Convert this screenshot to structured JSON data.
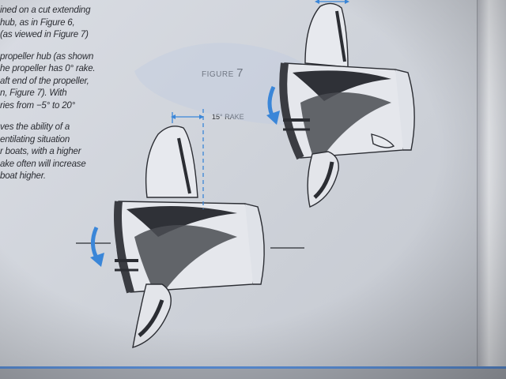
{
  "text": {
    "lines_para1": [
      "ined on a cut extending",
      "hub, as in Figure 6,",
      "(as viewed in Figure 7)"
    ],
    "lines_para2": [
      "propeller hub (as shown",
      "he propeller has 0° rake.",
      "aft end of the propeller,",
      "n, Figure 7). With",
      "ries from −5° to 20°"
    ],
    "lines_para3": [
      "ves the ability of a",
      "entilating situation",
      "r boats, with a higher",
      "ake often will increase",
      "boat higher."
    ]
  },
  "figure": {
    "label_word": "FIGURE",
    "label_number": "7",
    "rake_label": "15° RAKE"
  },
  "colors": {
    "paper": "#d4d8df",
    "ink": "#2b2d33",
    "arrow_blue": "#3a86d8",
    "rule_blue": "#5a8fd8"
  }
}
